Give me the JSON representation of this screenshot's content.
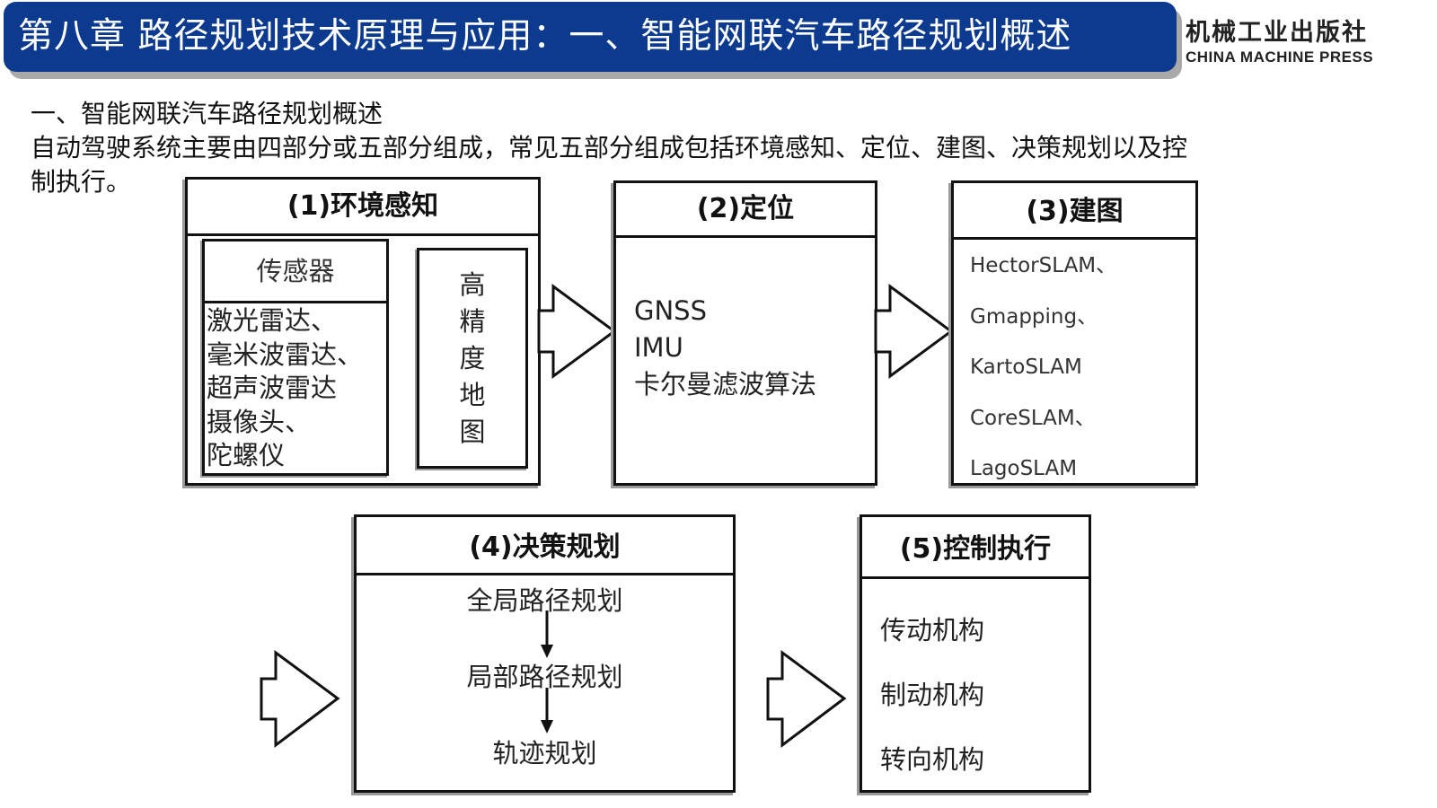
{
  "header": {
    "title": "第八章  路径规划技术原理与应用：一、智能网联汽车路径规划概述",
    "publisher_cn": "机械工业出版社",
    "publisher_en": "CHINA MACHINE PRESS"
  },
  "intro": {
    "heading": "一、智能网联汽车路径规划概述",
    "line1": "自动驾驶系统主要由四部分或五部分组成，常见五部分组成包括环境感知、定位、建图、决策规划以及控",
    "line2": "制执行。"
  },
  "box1": {
    "title": "(1)环境感知",
    "sensor_title": "传感器",
    "sensors": [
      "激光雷达、",
      "毫米波雷达、",
      "超声波雷达",
      "摄像头、",
      "陀螺仪"
    ],
    "map_chars": [
      "高",
      "精",
      "度",
      "地",
      "图"
    ]
  },
  "box2": {
    "title": "(2)定位",
    "items": [
      "GNSS",
      "IMU",
      "卡尔曼滤波算法"
    ]
  },
  "box3": {
    "title": "(3)建图",
    "items": [
      "HectorSLAM、",
      "Gmapping、",
      "KartoSLAM",
      "CoreSLAM、",
      "LagoSLAM"
    ]
  },
  "box4": {
    "title": "(4)决策规划",
    "steps": [
      "全局路径规划",
      "局部路径规划",
      "轨迹规划"
    ]
  },
  "box5": {
    "title": "(5)控制执行",
    "items": [
      "传动机构",
      "制动机构",
      "转向机构"
    ]
  }
}
